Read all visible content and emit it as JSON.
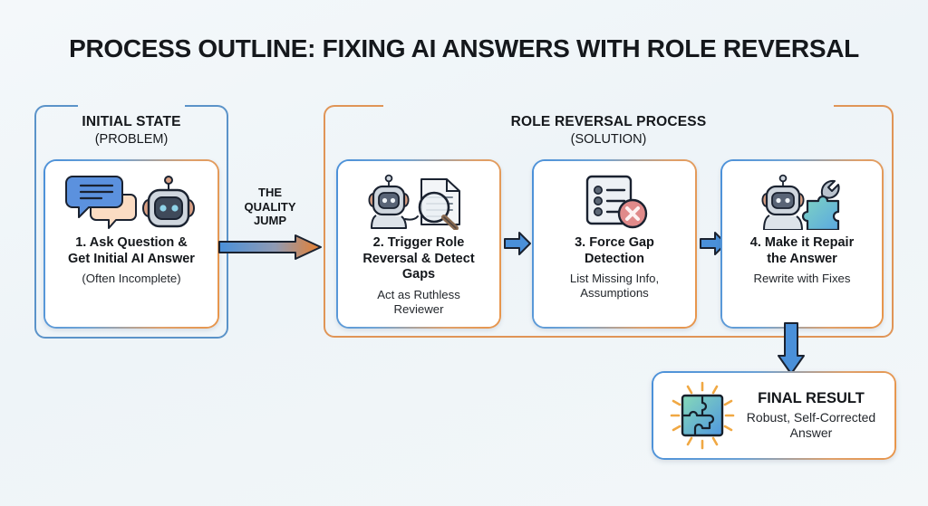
{
  "page": {
    "title": "PROCESS OUTLINE: FIXING AI ANSWERS WITH ROLE REVERSAL",
    "background_color": "#f2f6f8"
  },
  "sections": {
    "initial": {
      "heading": "INITIAL STATE",
      "subheading": "(PROBLEM)",
      "bracket_color": "#5b93c9"
    },
    "process": {
      "heading": "ROLE REVERSAL PROCESS",
      "subheading": "(SOLUTION)",
      "bracket_color": "#e09557"
    }
  },
  "transition": {
    "label_line1": "THE",
    "label_line2": "QUALITY",
    "label_line3": "JUMP",
    "arrow_gradient_from": "#4a90d9",
    "arrow_gradient_to": "#e8802f",
    "icon": "long-gradient-arrow-right-icon"
  },
  "steps": [
    {
      "id": "step-1",
      "title_line1": "1. Ask Question &",
      "title_line2": "Get Initial AI Answer",
      "subtitle": "(Often Incomplete)",
      "icon": "chat-bubbles-and-robot-icon"
    },
    {
      "id": "step-2",
      "title_line1": "2. Trigger Role",
      "title_line2": "Reversal & Detect Gaps",
      "subtitle_line1": "Act as Ruthless",
      "subtitle_line2": "Reviewer",
      "icon": "robot-magnifier-document-icon"
    },
    {
      "id": "step-3",
      "title_line1": "3. Force Gap",
      "title_line2": "Detection",
      "subtitle_line1": "List Missing Info,",
      "subtitle_line2": "Assumptions",
      "icon": "checklist-with-error-badge-icon"
    },
    {
      "id": "step-4",
      "title_line1": "4. Make it Repair",
      "title_line2": "the Answer",
      "subtitle": "Rewrite with Fixes",
      "icon": "robot-wrench-puzzle-icon"
    }
  ],
  "connectors": {
    "arrow_color": "#4a90d9",
    "arrow_2_to_3": "arrow-right-icon",
    "arrow_3_to_4": "arrow-right-icon",
    "arrow_4_to_final": "arrow-down-icon"
  },
  "final_result": {
    "title": "FINAL RESULT",
    "subtitle_line1": "Robust, Self-Corrected",
    "subtitle_line2": "Answer",
    "icon": "shining-puzzle-square-icon"
  },
  "colors": {
    "card_border_start": "#4a90d9",
    "card_border_end": "#e8954a",
    "text_primary": "#14171b",
    "accent_red": "#d9534f",
    "robot_grey": "#c9cfd6"
  }
}
